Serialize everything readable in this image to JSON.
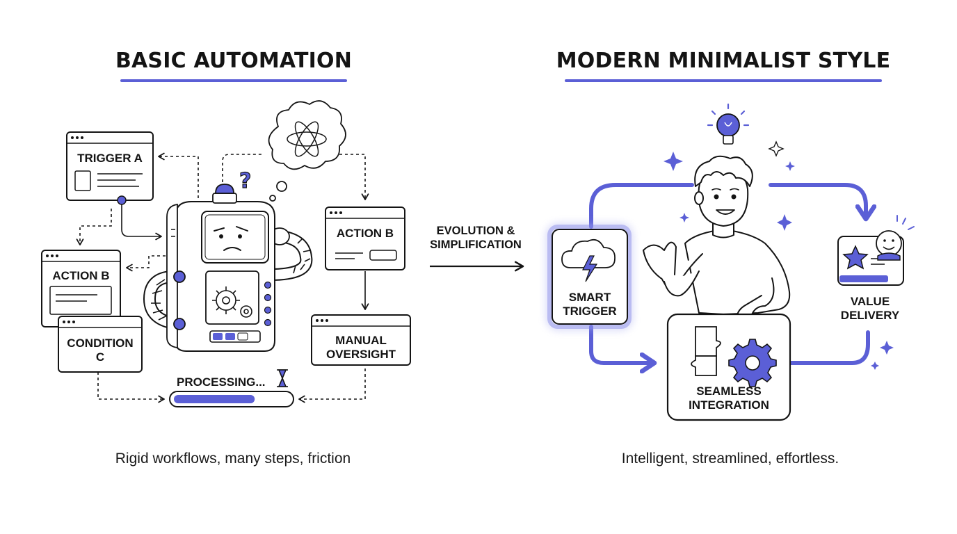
{
  "left": {
    "title": "BASIC AUTOMATION",
    "caption": "Rigid workflows, many steps, friction",
    "cards": {
      "trigger_a": "TRIGGER A",
      "action_b_left": "ACTION B",
      "condition_c_line1": "CONDITION",
      "condition_c_line2": "C",
      "action_b_right": "ACTION B",
      "manual_line1": "MANUAL",
      "manual_line2": "OVERSIGHT"
    },
    "processing_label": "PROCESSING...",
    "processing_progress": 0.7,
    "question_mark": "?"
  },
  "middle": {
    "line1": "EVOLUTION &",
    "line2": "SIMPLIFICATION"
  },
  "right": {
    "title": "MODERN MINIMALIST STYLE",
    "caption": "Intelligent, streamlined, effortless.",
    "smart_trigger_line1": "SMART",
    "smart_trigger_line2": "TRIGGER",
    "integration_line1": "SEAMLESS",
    "integration_line2": "INTEGRATION",
    "value_line1": "VALUE",
    "value_line2": "DELIVERY"
  },
  "colors": {
    "accent": "#5b5fd6",
    "accent_light": "#e9e9fb",
    "ink": "#141414"
  }
}
